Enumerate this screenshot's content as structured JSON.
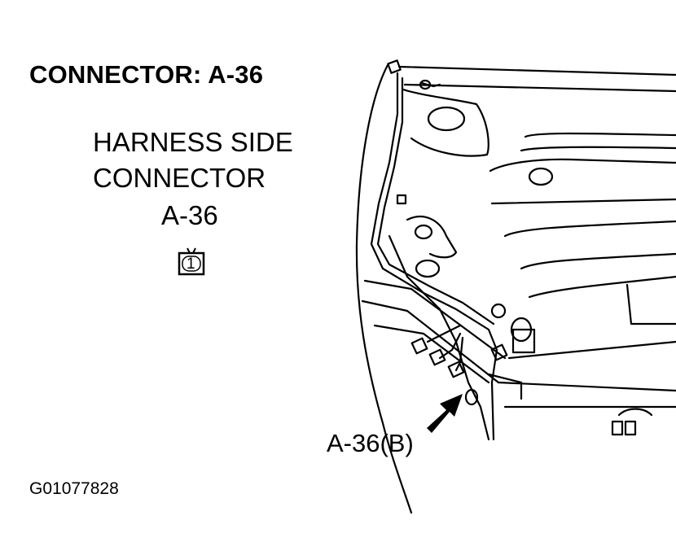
{
  "header": {
    "title": "CONNECTOR: A-36"
  },
  "harness_side": {
    "line1": "HARNESS SIDE",
    "line2": "CONNECTOR",
    "connector_id": "A-36",
    "pin_number": "1"
  },
  "callout": {
    "label": "A-36(B)"
  },
  "figure": {
    "id": "G01077828"
  },
  "colors": {
    "ink": "#000000",
    "background": "#ffffff"
  }
}
